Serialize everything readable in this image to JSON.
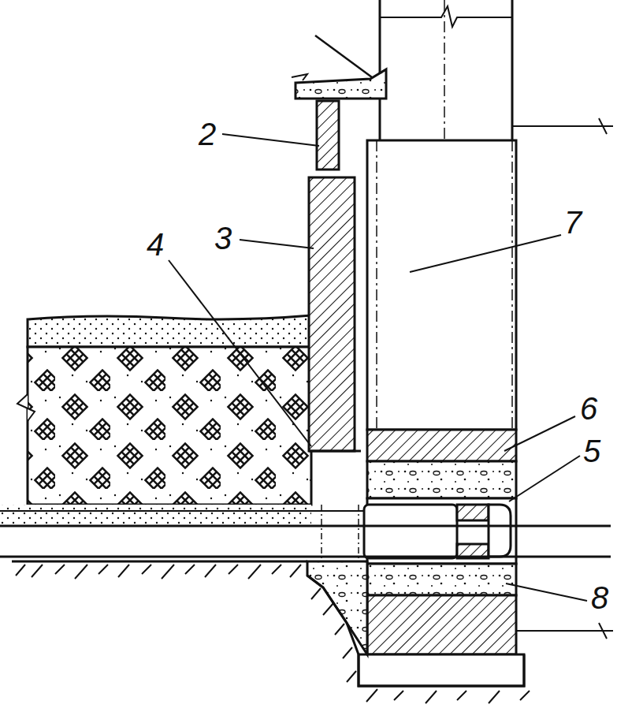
{
  "diagram": {
    "labels": [
      "2",
      "3",
      "4",
      "7",
      "6",
      "5",
      "8"
    ]
  }
}
